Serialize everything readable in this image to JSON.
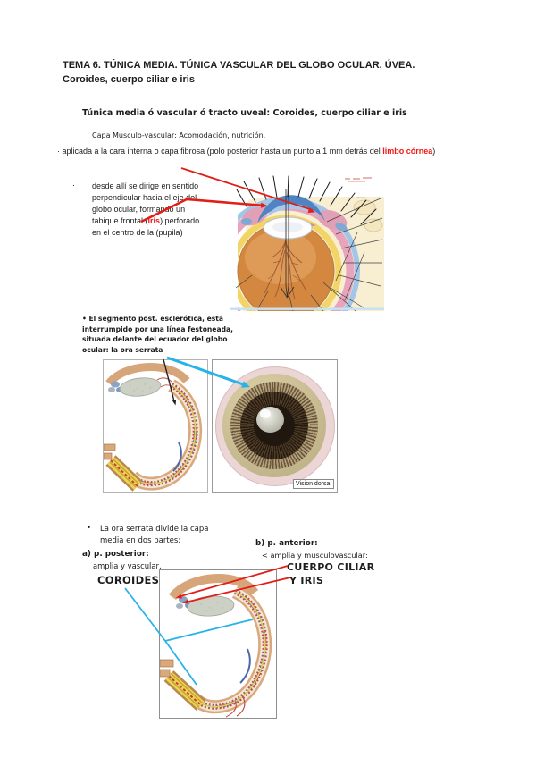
{
  "page": {
    "title": "TEMA 6. TÚNICA MEDIA. TÚNICA VASCULAR DEL GLOBO OCULAR. ÚVEA.",
    "subtitle": "Coroides, cuerpo ciliar e iris"
  },
  "intro": {
    "heading": "Túnica media ó vascular ó tracto uveal: Coroides, cuerpo ciliar e iris",
    "subheading": "Capa Musculo-vascular: Acomodación, nutrición."
  },
  "bullet_limbo": {
    "pre": "· aplicada a la cara interna o capa fibrosa (polo posterior hasta un punto a 1 mm detrás del ",
    "red": "limbo córnea",
    "post": ")"
  },
  "bullet_iris": {
    "marker": "·",
    "pre": "desde allí se dirige en sentido perpendicular hacia el eje del globo ocular, formando un tabique frontal (",
    "red": "iris",
    "post": ") perforado en el centro de la (pupila)"
  },
  "ora_section": {
    "text": "• El segmento post. esclerótica, está interrumpido por una línea festoneada, situada delante del ecuador del globo ocular: la ora serrata"
  },
  "figures": {
    "dorsal_caption": "Vision dorsal"
  },
  "division": {
    "marker": "•",
    "bullet": "La ora serrata divide la capa media en dos partes:",
    "a_label": "a) p. posterior:",
    "a_sub": "amplia y vascular,",
    "a_term": "COROIDES",
    "b_label": "b) p. anterior:",
    "b_sub": "< amplia y musculovascular:",
    "b_term_line1": "CUERPO CILIAR",
    "b_term_line2": "Y IRIS"
  },
  "colors": {
    "annotation_red": "#e02018",
    "annotation_cyan": "#27b3ea",
    "annotation_black": "#222222",
    "highlight_red": "#f01818"
  }
}
